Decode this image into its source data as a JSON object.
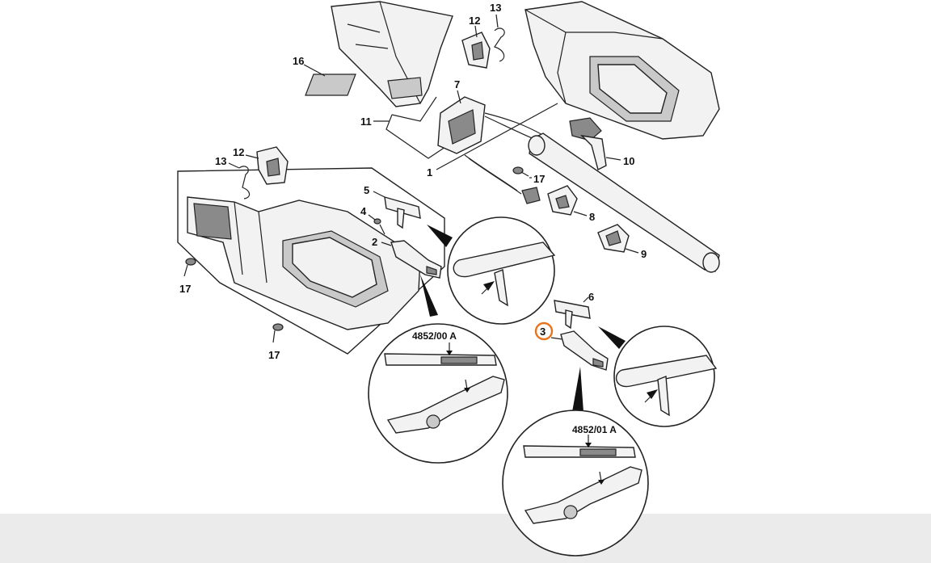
{
  "labels": {
    "l1": "1",
    "l2": "2",
    "l3": "3",
    "l4": "4",
    "l5": "5",
    "l6": "6",
    "l7": "7",
    "l8": "8",
    "l9": "9",
    "l10": "10",
    "l11": "11",
    "l12a": "12",
    "l12b": "12",
    "l13a": "13",
    "l13b": "13",
    "l16": "16",
    "l17a": "17",
    "l17b": "17",
    "l17c": "17"
  },
  "detail_codes": {
    "code_a": "4852/00 A",
    "code_b": "4852/01 A"
  },
  "highlight": {
    "part": "3",
    "color": "#e8731e"
  }
}
